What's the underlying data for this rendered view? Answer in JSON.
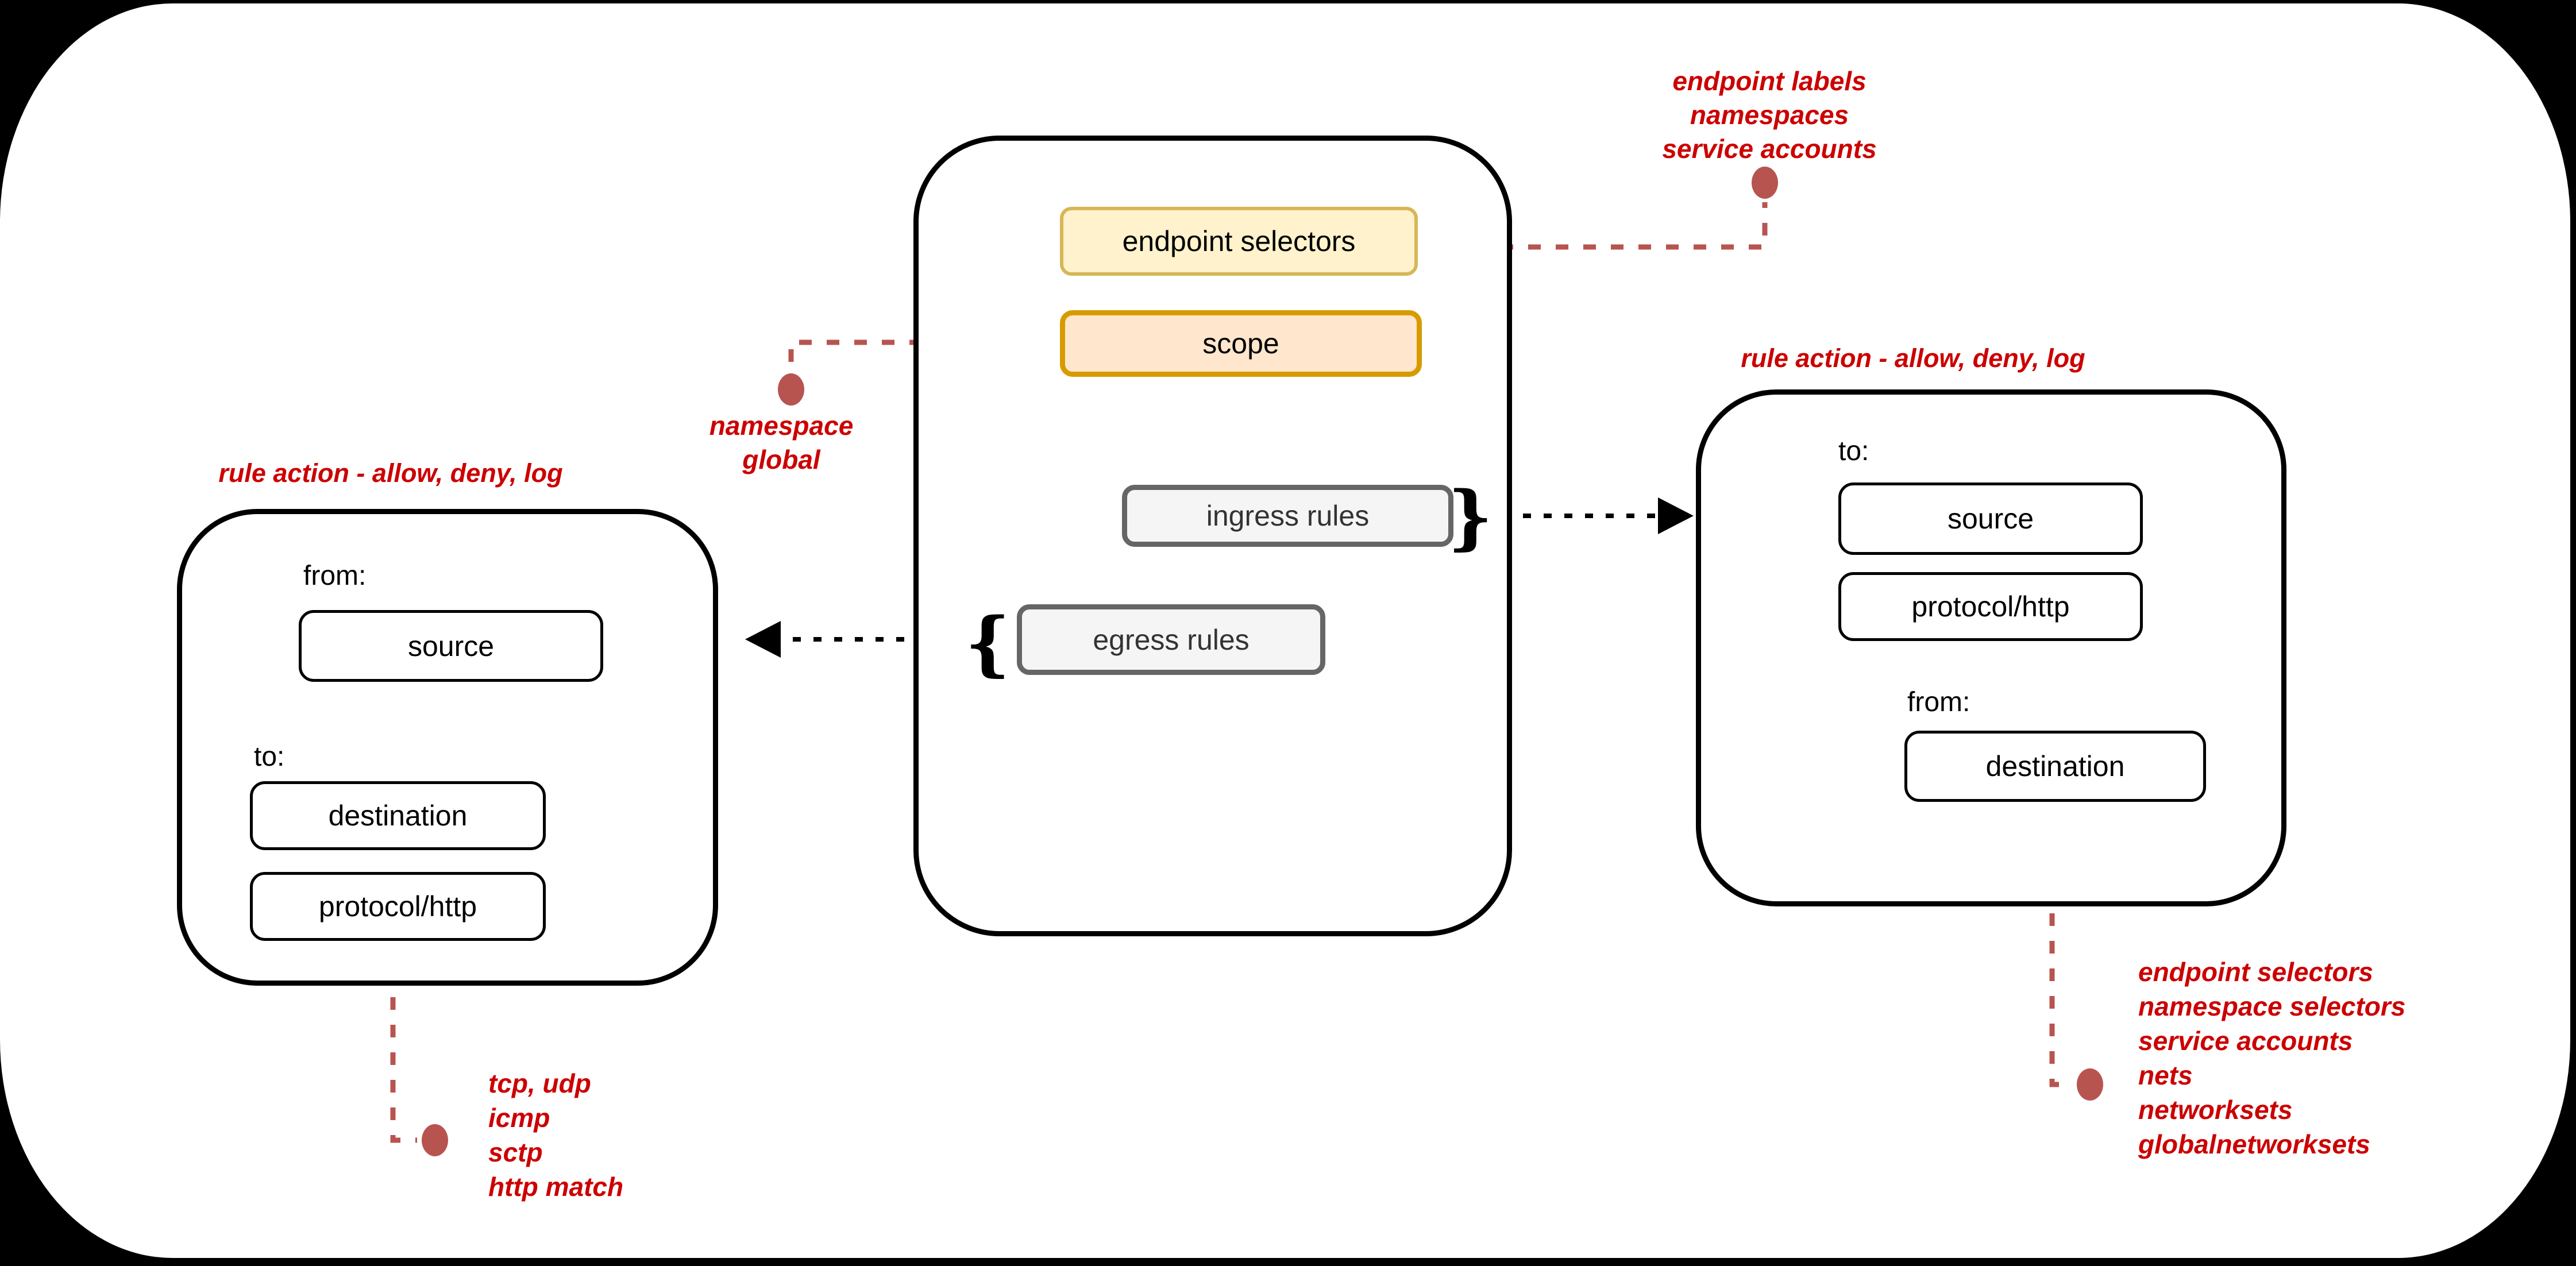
{
  "colors": {
    "background": "#000000",
    "frame": "#ffffff",
    "red_text": "#CC0000",
    "red_connector": "#B85450",
    "yellow_fill": "#FFF2CC",
    "yellow_border": "#D6B656",
    "orange_fill": "#FFE6CC",
    "orange_border": "#D79B00",
    "gray_fill": "#F5F5F5",
    "gray_border": "#666666"
  },
  "policy_container": {
    "endpoint_selectors_label": "endpoint selectors",
    "scope_label": "scope",
    "ingress_rules_label": "ingress rules",
    "egress_rules_label": "egress rules",
    "ingress_brace": "}",
    "egress_brace": "{"
  },
  "egress_rule_card": {
    "title": "rule action - allow, deny, log",
    "from_label": "from:",
    "source_label": "source",
    "to_label": "to:",
    "destination_label": "destination",
    "protocol_label": "protocol/http"
  },
  "ingress_rule_card": {
    "title": "rule action - allow, deny, log",
    "to_label": "to:",
    "source_label": "source",
    "protocol_label": "protocol/http",
    "from_label": "from:",
    "destination_label": "destination"
  },
  "annotations": {
    "endpoint_selectors_values": {
      "lines": [
        "endpoint labels",
        "namespaces",
        "service accounts"
      ]
    },
    "scope_values": {
      "lines": [
        "namespace",
        "global"
      ]
    },
    "protocol_values": {
      "lines": [
        "tcp, udp",
        "icmp",
        "sctp",
        "http match"
      ]
    },
    "destination_values": {
      "lines": [
        "endpoint selectors",
        "namespace selectors",
        "service accounts",
        "nets",
        "networksets",
        "globalnetworksets"
      ]
    }
  }
}
